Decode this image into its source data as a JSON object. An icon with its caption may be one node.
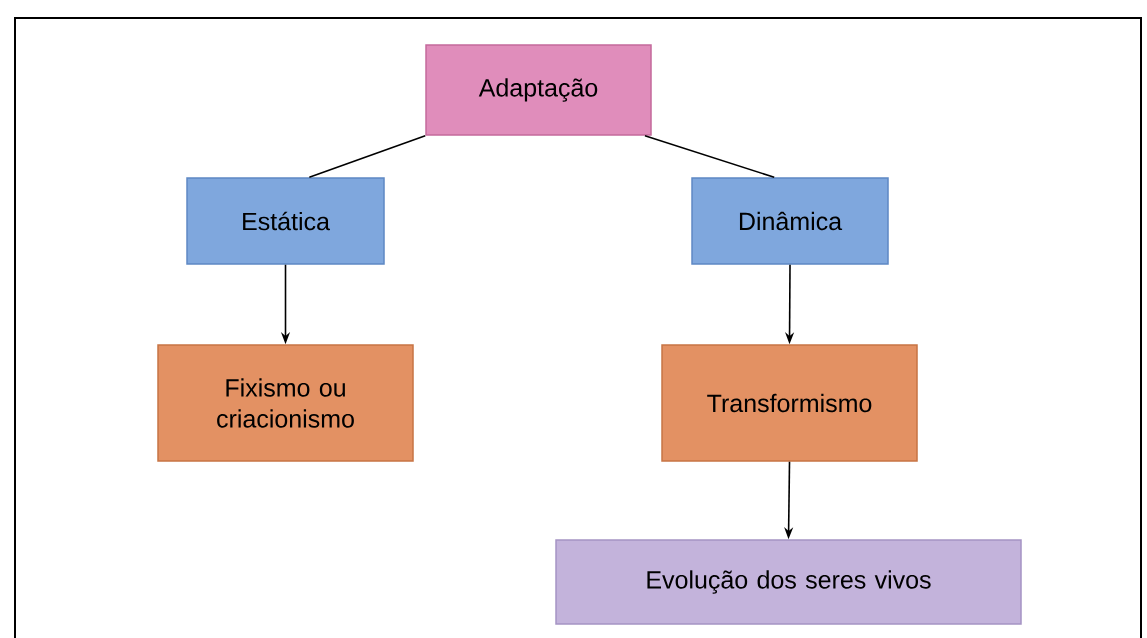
{
  "diagram": {
    "nodes": [
      {
        "text": [
          "Adaptação"
        ]
      },
      {
        "text": [
          "Estática"
        ]
      },
      {
        "text": [
          "Dinâmica"
        ]
      },
      {
        "text": [
          "Fixismo ou criacionismo"
        ]
      },
      {
        "text": [
          "Transformismo"
        ]
      },
      {
        "text": [
          "Evolução dos seres vivos"
        ]
      }
    ],
    "edges": [
      {
        "from": 0,
        "to": 1,
        "arrow": "none"
      },
      {
        "from": 0,
        "to": 2,
        "arrow": "none"
      },
      {
        "from": 1,
        "to": 3,
        "arrow": "to"
      },
      {
        "from": 2,
        "to": 4,
        "arrow": "to"
      },
      {
        "from": 4,
        "to": 5,
        "arrow": "to"
      }
    ]
  }
}
